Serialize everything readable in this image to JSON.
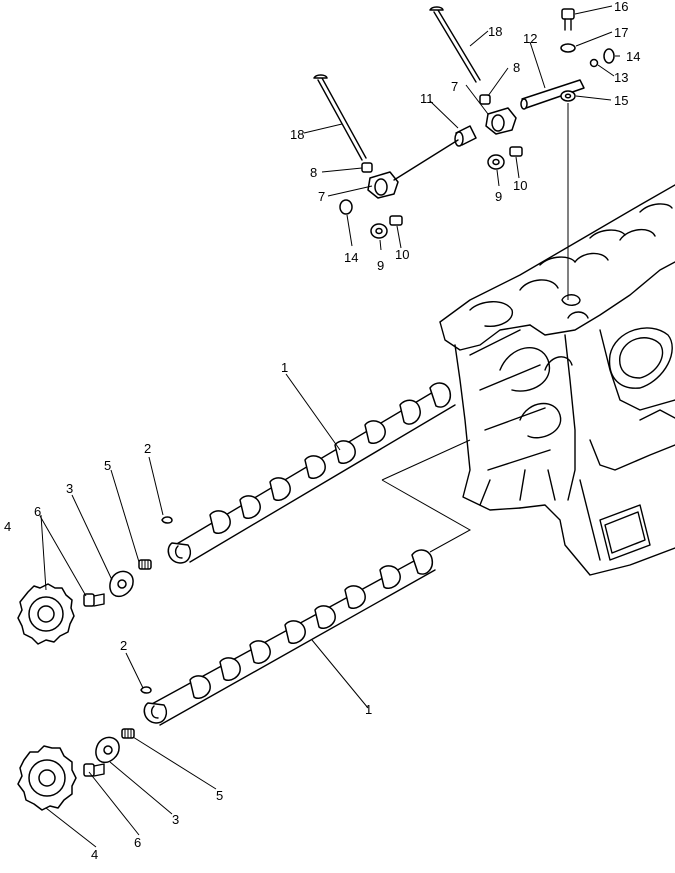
{
  "labels": [
    {
      "id": "c1a",
      "text": "1"
    },
    {
      "id": "c1b",
      "text": "1"
    },
    {
      "id": "c2a",
      "text": "2"
    },
    {
      "id": "c2b",
      "text": "2"
    },
    {
      "id": "c3a",
      "text": "3"
    },
    {
      "id": "c3b",
      "text": "3"
    },
    {
      "id": "c4a",
      "text": "4"
    },
    {
      "id": "c4b",
      "text": "4"
    },
    {
      "id": "c5a",
      "text": "5"
    },
    {
      "id": "c5b",
      "text": "5"
    },
    {
      "id": "c6a",
      "text": "6"
    },
    {
      "id": "c6b",
      "text": "6"
    },
    {
      "id": "c7a",
      "text": "7"
    },
    {
      "id": "c7b",
      "text": "7"
    },
    {
      "id": "c8a",
      "text": "8"
    },
    {
      "id": "c8b",
      "text": "8"
    },
    {
      "id": "c9a",
      "text": "9"
    },
    {
      "id": "c9b",
      "text": "9"
    },
    {
      "id": "c10a",
      "text": "10"
    },
    {
      "id": "c10b",
      "text": "10"
    },
    {
      "id": "c11",
      "text": "11"
    },
    {
      "id": "c12",
      "text": "12"
    },
    {
      "id": "c13",
      "text": "13"
    },
    {
      "id": "c14a",
      "text": "14"
    },
    {
      "id": "c14b",
      "text": "14"
    },
    {
      "id": "c15",
      "text": "15"
    },
    {
      "id": "c16",
      "text": "16"
    },
    {
      "id": "c17",
      "text": "17"
    },
    {
      "id": "c18a",
      "text": "18"
    },
    {
      "id": "c18b",
      "text": "18"
    }
  ]
}
